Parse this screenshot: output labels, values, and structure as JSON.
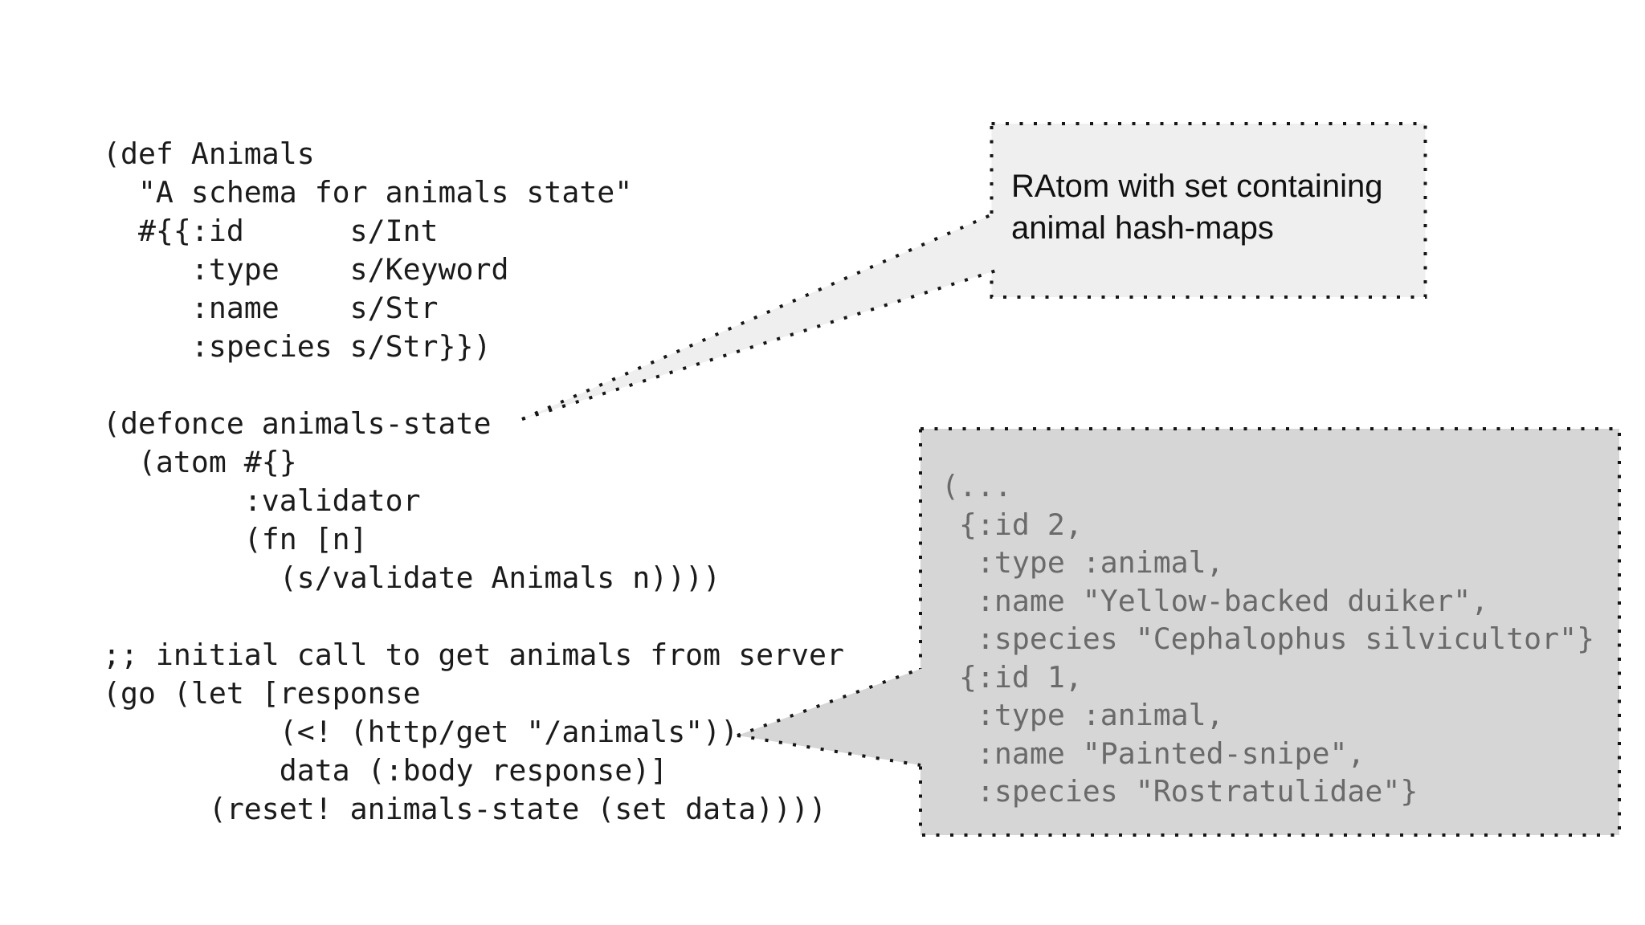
{
  "code": {
    "main": "(def Animals\n  \"A schema for animals state\"\n  #{{:id      s/Int\n     :type    s/Keyword\n     :name    s/Str\n     :species s/Str}})\n\n(defonce animals-state\n  (atom #{}\n        :validator\n        (fn [n]\n          (s/validate Animals n))))\n\n;; initial call to get animals from server\n(go (let [response\n          (<! (http/get \"/animals\"))\n          data (:body response)]\n      (reset! animals-state (set data))))"
  },
  "callouts": {
    "ratom": {
      "label": "RAtom with set containing\nanimal hash-maps"
    },
    "state_sample": {
      "code": "(...\n {:id 2,\n  :type :animal,\n  :name \"Yellow-backed duiker\",\n  :species \"Cephalophus silvicultor\"}\n {:id 1,\n  :type :animal,\n  :name \"Painted-snipe\",\n  :species \"Rostratulidae\"}"
    }
  },
  "colors": {
    "background": "#ffffff",
    "code_text": "#1b1b1b",
    "sample_text": "#6a6a6a",
    "ratom_box_fill": "#efefef",
    "sample_box_fill": "#d6d6d6",
    "dotted_border": "#161616"
  }
}
